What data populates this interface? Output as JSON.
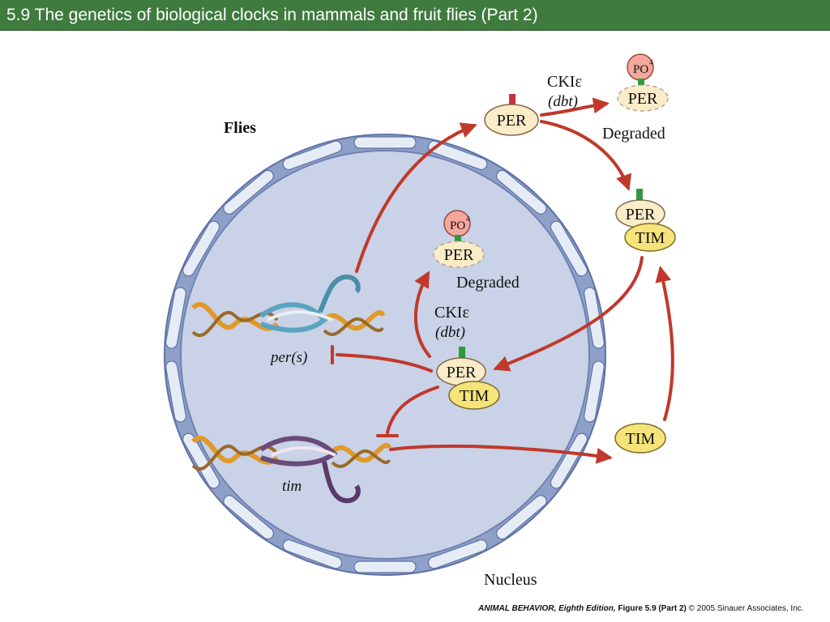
{
  "header": {
    "title": "5.9  The genetics of biological clocks in mammals and fruit flies (Part 2)"
  },
  "diagram": {
    "flies_label": "Flies",
    "nucleus_label": "Nucleus",
    "gene_per": "per(s)",
    "gene_tim": "tim",
    "per": "PER",
    "tim": "TIM",
    "po4": "PO",
    "po4_sup": "4",
    "kinase": "CKIε",
    "kinase_gene": "(dbt)",
    "degraded": "Degraded"
  },
  "credit": {
    "book": "ANIMAL BEHAVIOR, Eighth Edition,",
    "figure": "Figure 5.9 (Part 2)",
    "copyright": "© 2005 Sinauer Associates, Inc."
  },
  "colors": {
    "header_bg": "#3f7a3f",
    "arrow": "#c0392b",
    "nucleus_fill": "#c9d2e6",
    "nucleus_rim": "#7f93c0",
    "per_fill": "#faecc8",
    "tim_fill": "#f6e37a",
    "po4_fill": "#f4a79c",
    "green_tag": "#2e9a3e",
    "red_tag": "#c8323c",
    "dna_orange": "#e09a2a",
    "dna_blue": "#5aa4c0",
    "dna_purple": "#6a4a7a"
  }
}
